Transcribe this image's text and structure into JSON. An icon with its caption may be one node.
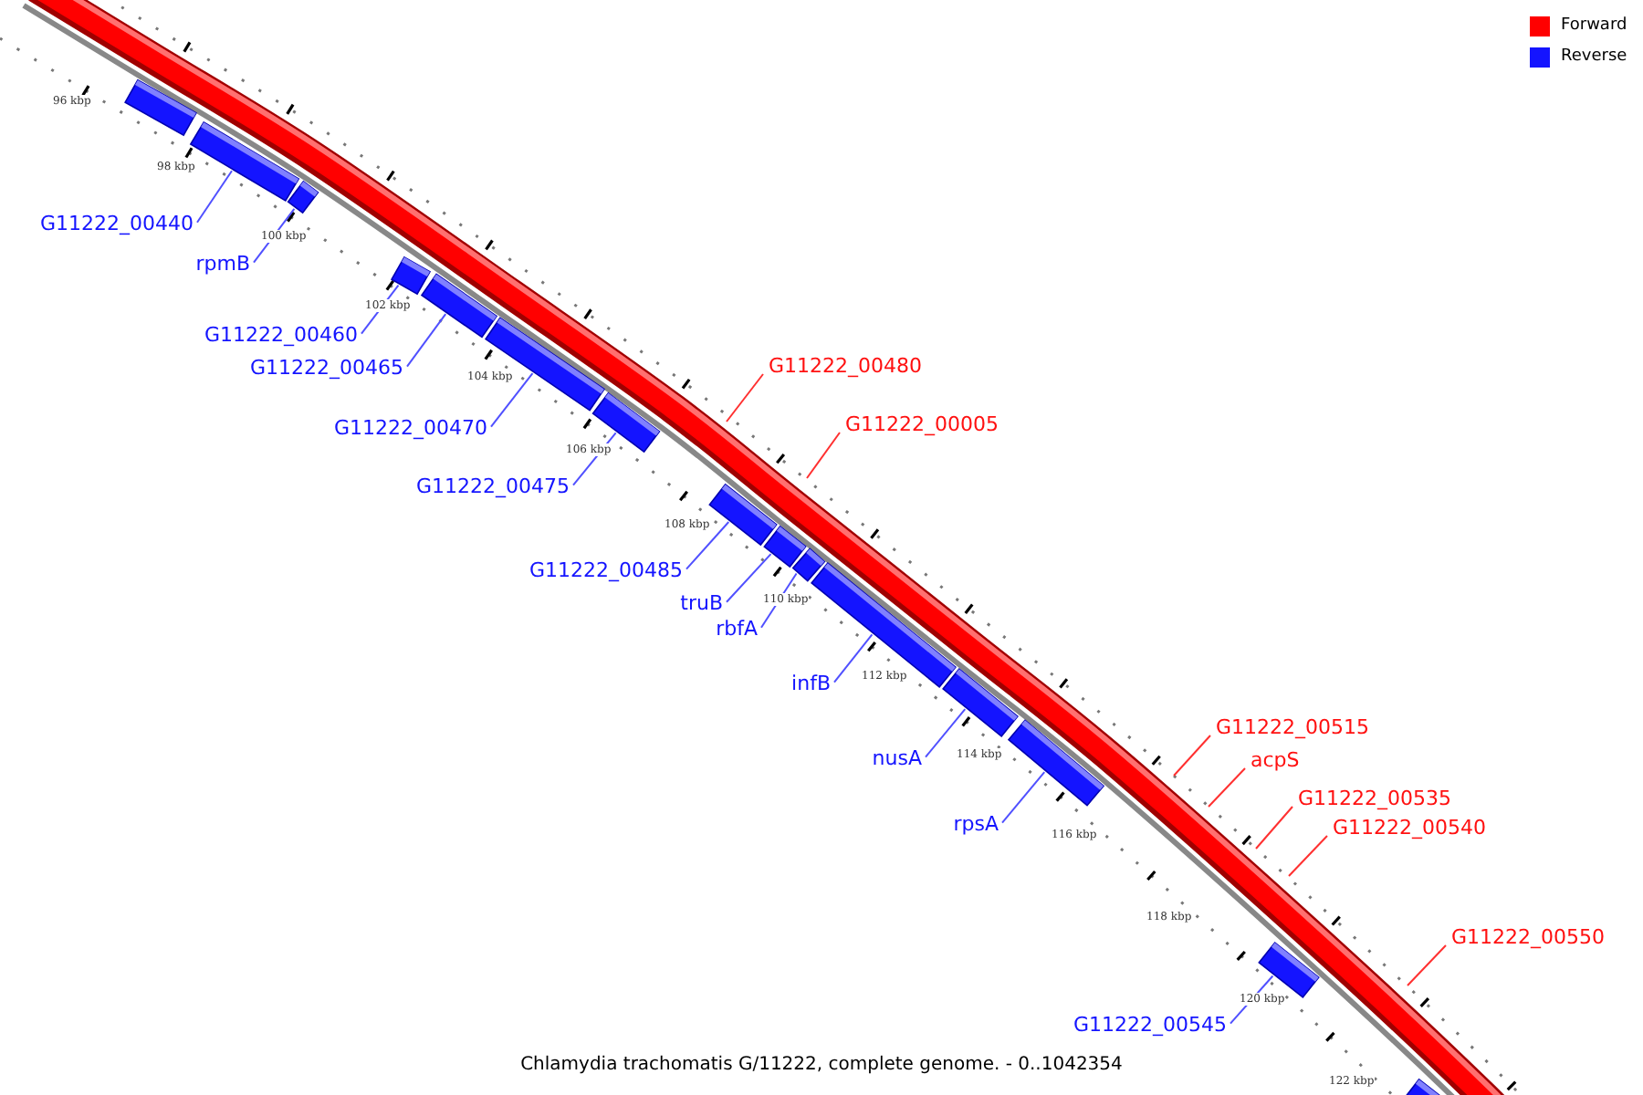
{
  "diagram": {
    "caption": "Chlamydia trachomatis G/11222, complete genome. - 0..1042354",
    "nodes": [
      {
        "text": [],
        "shape": "bar"
      },
      {
        "text": [],
        "shape": "bar"
      },
      {
        "text": [],
        "shape": "bar"
      },
      {
        "text": [],
        "shape": "bar"
      },
      {
        "text": [],
        "shape": "bar"
      },
      {
        "text": [],
        "shape": "bar"
      },
      {
        "text": [],
        "shape": "bar"
      },
      {
        "text": [],
        "shape": "bar"
      },
      {
        "text": [],
        "shape": "bar"
      },
      {
        "text": [],
        "shape": "bar"
      },
      {
        "text": [],
        "shape": "bar"
      },
      {
        "text": [],
        "shape": "bar"
      },
      {
        "text": [],
        "shape": "bar"
      },
      {
        "text": [],
        "shape": "bar"
      },
      {
        "text": [],
        "shape": "bar"
      },
      {
        "text": [
          "G11222_00440"
        ]
      },
      {
        "text": [
          "rpmB"
        ]
      },
      {
        "text": [
          "G11222_00460"
        ]
      },
      {
        "text": [
          "G11222_00465"
        ]
      },
      {
        "text": [
          "G11222_00480"
        ]
      },
      {
        "text": [
          "G11222_00470"
        ]
      },
      {
        "text": [
          "G11222_00005"
        ]
      },
      {
        "text": [
          "G11222_00475"
        ]
      },
      {
        "text": [
          "G11222_00485"
        ]
      },
      {
        "text": [
          "truB"
        ]
      },
      {
        "text": [
          "rbfA"
        ]
      },
      {
        "text": [
          "infB"
        ]
      },
      {
        "text": [
          "G11222_00515"
        ]
      },
      {
        "text": [
          "nusA"
        ]
      },
      {
        "text": [
          "acpS"
        ]
      },
      {
        "text": [
          "G11222_00535"
        ]
      },
      {
        "text": [
          "rpsA"
        ]
      },
      {
        "text": [
          "G11222_00540"
        ]
      },
      {
        "text": [
          "G11222_00550"
        ]
      },
      {
        "text": [
          "G11222_00545"
        ]
      }
    ],
    "edges": [
      {
        "from": 15,
        "to": 1,
        "arrow": "none"
      },
      {
        "from": 16,
        "to": 2,
        "arrow": "none"
      },
      {
        "from": 17,
        "to": 3,
        "arrow": "none"
      },
      {
        "from": 18,
        "to": 4,
        "arrow": "none"
      },
      {
        "from": 19,
        "to": null,
        "arrow": "none",
        "color": "#ff3030"
      },
      {
        "from": 20,
        "to": 5,
        "arrow": "none"
      },
      {
        "from": 21,
        "to": null,
        "arrow": "none",
        "color": "#ff3030"
      },
      {
        "from": 22,
        "to": 6,
        "arrow": "none"
      },
      {
        "from": 23,
        "to": 7,
        "arrow": "none"
      },
      {
        "from": 24,
        "to": 8,
        "arrow": "none"
      },
      {
        "from": 25,
        "to": 9,
        "arrow": "none"
      },
      {
        "from": 26,
        "to": 10,
        "arrow": "none"
      },
      {
        "from": 27,
        "to": null,
        "arrow": "none",
        "color": "#ff3030"
      },
      {
        "from": 28,
        "to": 11,
        "arrow": "none"
      },
      {
        "from": 29,
        "to": null,
        "arrow": "none",
        "color": "#ff3030"
      },
      {
        "from": 30,
        "to": null,
        "arrow": "none",
        "color": "#ff3030"
      },
      {
        "from": 31,
        "to": 12,
        "arrow": "none"
      },
      {
        "from": 32,
        "to": null,
        "arrow": "none",
        "color": "#ff3030"
      },
      {
        "from": 33,
        "to": null,
        "arrow": "none",
        "color": "#ff3030"
      },
      {
        "from": 34,
        "to": 13,
        "arrow": "none"
      }
    ],
    "labels": [
      "96 kbp",
      "98 kbp",
      "100 kbp",
      "102 kbp",
      "104 kbp",
      "106 kbp",
      "108 kbp",
      "110 kbp",
      "112 kbp",
      "114 kbp",
      "116 kbp",
      "118 kbp",
      "120 kbp",
      "122 kbp"
    ],
    "legend": [
      {
        "text": "Forward",
        "color": "#ff0000"
      },
      {
        "text": "Reverse",
        "color": "#1414ff"
      }
    ]
  }
}
